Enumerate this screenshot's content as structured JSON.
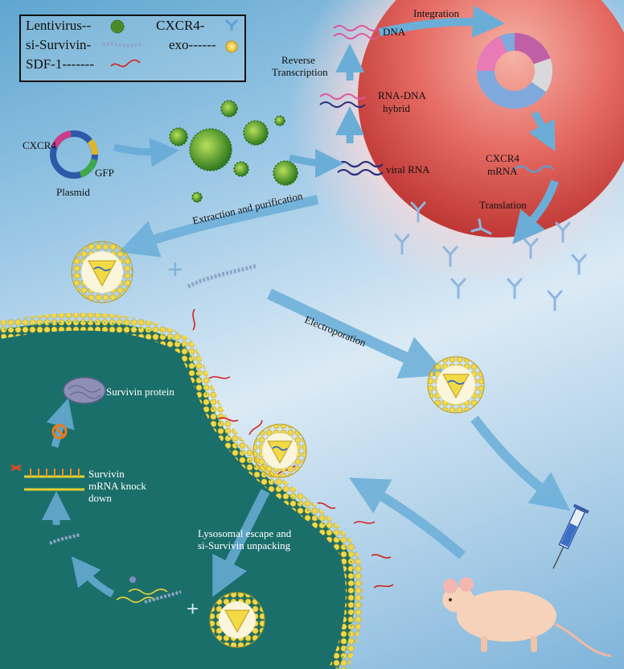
{
  "legend": {
    "lentivirus": "Lentivirus--",
    "si_survivin": "si-Survivin-",
    "sdf1": "SDF-1-------",
    "cxcr4": "CXCR4-",
    "exo": "exo------"
  },
  "labels": {
    "cxcr4_plasmid": "CXCR4",
    "gfp": "GFP",
    "plasmid": "Plasmid",
    "dna": "DNA",
    "integration": "Integration",
    "reverse_transcription_1": "Reverse",
    "reverse_transcription_2": "Transcription",
    "rna_dna_hybrid_1": "RNA-DNA",
    "rna_dna_hybrid_2": "hybrid",
    "viral_rna": "viral RNA",
    "cxcr4_mrna_1": "CXCR4",
    "cxcr4_mrna_2": "mRNA",
    "translation": "Translation",
    "extraction": "Extraction and purification",
    "electroporation": "Electroporation",
    "survivin_protein": "Survivin protein",
    "knockdown_1": "Survivin",
    "knockdown_2": "mRNA knock",
    "knockdown_3": "down",
    "lysosomal_1": "Lysosomal escape and",
    "lysosomal_2": "si-Survivin unpacking"
  },
  "colors": {
    "cell_fill": "#1b6f6b",
    "membrane": "#e9d23a",
    "sdf1": "#d42020",
    "sirna": "#8fa5c8",
    "arrow": "#6aaed8",
    "host_cell": "#e0605a",
    "viral_rna": "#2a2f7a",
    "dna": "#e0559a"
  }
}
